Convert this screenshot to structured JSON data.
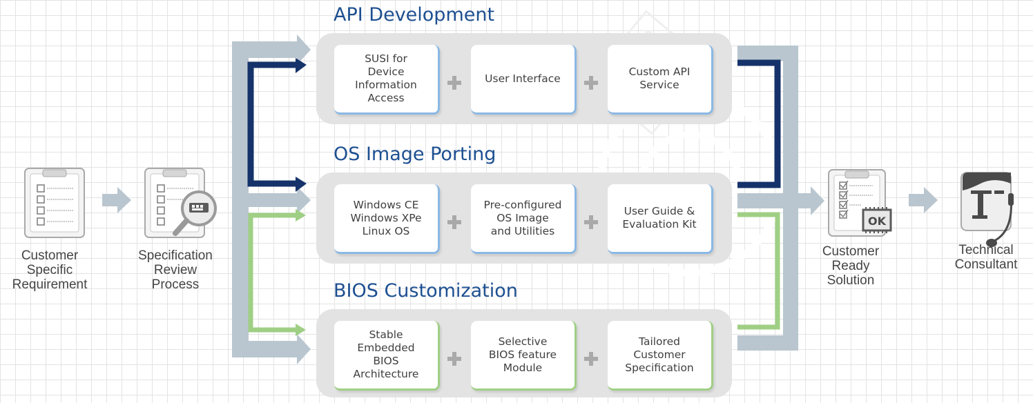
{
  "sections": [
    {
      "title": "API Development",
      "theme": "blue",
      "steps": [
        "SUSI for\nDevice\nInformation\nAccess",
        "User Interface",
        "Custom API\nService"
      ]
    },
    {
      "title": "OS Image Porting",
      "theme": "blue",
      "steps": [
        "Windows CE\nWindows XPe\nLinux OS",
        "Pre-configured\nOS Image\nand Utilities",
        "User Guide &\nEvaluation Kit"
      ]
    },
    {
      "title": "BIOS Customization",
      "theme": "green",
      "steps": [
        "Stable\nEmbedded\nBIOS\nArchitecture",
        "Selective\nBIOS feature\nModule",
        "Tailored\nCustomer\nSpecification"
      ]
    }
  ],
  "flow": {
    "customer_requirement": "Customer\nSpecific\nRequirement",
    "spec_review": "Specification\nReview\nProcess",
    "ready_solution": "Customer\nReady\nSolution",
    "ok_badge": "OK",
    "consultant": "Technical\nConsultant"
  },
  "icons": {
    "requirement": "checklist-clipboard-icon",
    "review": "magnifier-clipboard-icon",
    "solution": "approved-clipboard-icon",
    "consultant": "consultant-headset-icon"
  },
  "colors": {
    "title": "#1d4f91",
    "gray_track": "#b9c6cf",
    "navy": "#15336a",
    "green": "#9fcf84",
    "panel": "#e3e3e3"
  }
}
